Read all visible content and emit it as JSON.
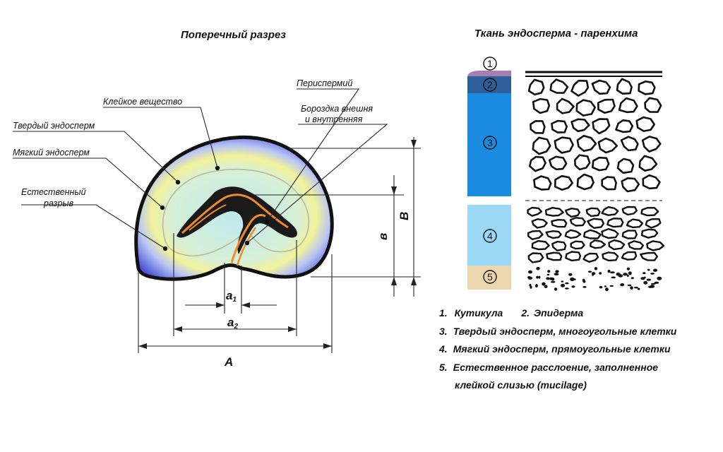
{
  "left": {
    "title": "Поперечный разрез",
    "labels": {
      "glue": "Клейкое вещество",
      "hard": "Твердый эндосперм",
      "soft": "Мягкий эндосперм",
      "break1": "Естественный",
      "break2": "разрыв",
      "perisperm": "Периспермий",
      "groove1": "Бороздка внешня",
      "groove2": "и внутренняя"
    },
    "dims": {
      "a1": "a",
      "a1_sub": "1",
      "a2": "a",
      "a2_sub": "2",
      "A": "A",
      "b": "в",
      "B": "B"
    }
  },
  "right": {
    "title": "Ткань  эндосперма - паренхима",
    "layers": [
      {
        "num": "1",
        "color": "#a57fb0"
      },
      {
        "num": "2",
        "color": "#2d5f9a"
      },
      {
        "num": "3",
        "color": "#1a8be0"
      },
      {
        "num": "4",
        "color": "#9ad8f5"
      },
      {
        "num": "5",
        "color": "#ecd6ae"
      }
    ],
    "legend": [
      {
        "n": "1.",
        "text": "Кутикула",
        "n2": "2.",
        "text2": "Эпидерма"
      },
      {
        "n": "3.",
        "text": "Твердый  эндосперм, многоугольные клетки"
      },
      {
        "n": "4.",
        "text": "Мягкий эндосперм, прямоугольные клетки"
      },
      {
        "n": "5.",
        "text": "Естественное  расслоение, заполненное"
      },
      {
        "n": "",
        "text": "клейкой слизью (mucilage)"
      }
    ]
  }
}
